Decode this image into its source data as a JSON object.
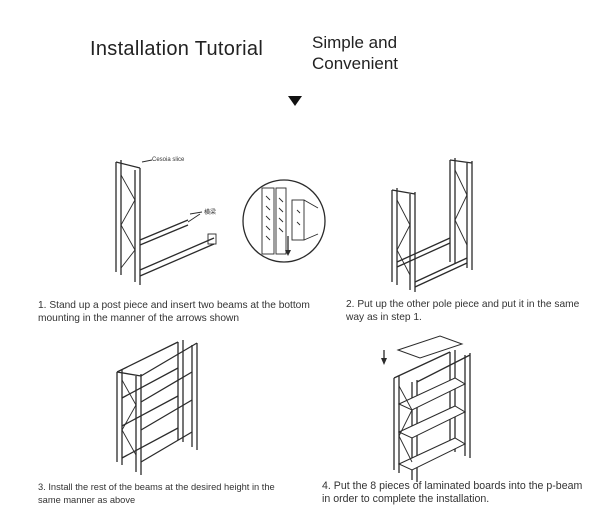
{
  "header": {
    "title": "Installation Tutorial",
    "subtitle_line1": "Simple and",
    "subtitle_line2": "Convenient"
  },
  "steps": [
    {
      "text": "1. Stand up a post piece and insert two beams at the bottom mounting in the manner of the arrows shown"
    },
    {
      "text": "2. Put up the other pole piece and put it in the same way as in step 1."
    },
    {
      "text": "3. Install the rest of the beams at the desired height in the same manner as above"
    },
    {
      "text": "4. Put the 8 pieces of laminated boards into the p-beam in order to complete the installation."
    }
  ],
  "diagram_labels": {
    "post": "Cesoia slice",
    "beam": "横梁"
  },
  "icons": {
    "arrow": "triangle-down-icon"
  }
}
